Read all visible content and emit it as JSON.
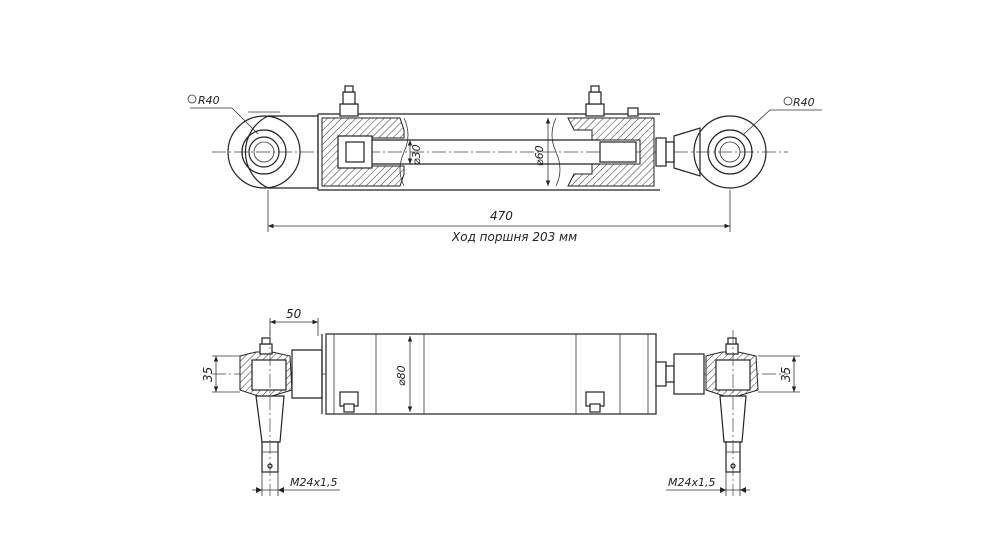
{
  "top_view": {
    "rod_eye_left_label": "R40",
    "rod_eye_right_label": "R40",
    "rod_diameter_label": "⌀30",
    "bore_diameter_label": "⌀60",
    "overall_length_label": "470",
    "stroke_label": "Ход поршня 203 мм"
  },
  "bottom_view": {
    "offset_label": "50",
    "left_width_label": "35",
    "right_width_label": "35",
    "outer_diameter_label": "⌀80",
    "left_thread_label": "M24x1,5",
    "right_thread_label": "M24x1,5"
  }
}
